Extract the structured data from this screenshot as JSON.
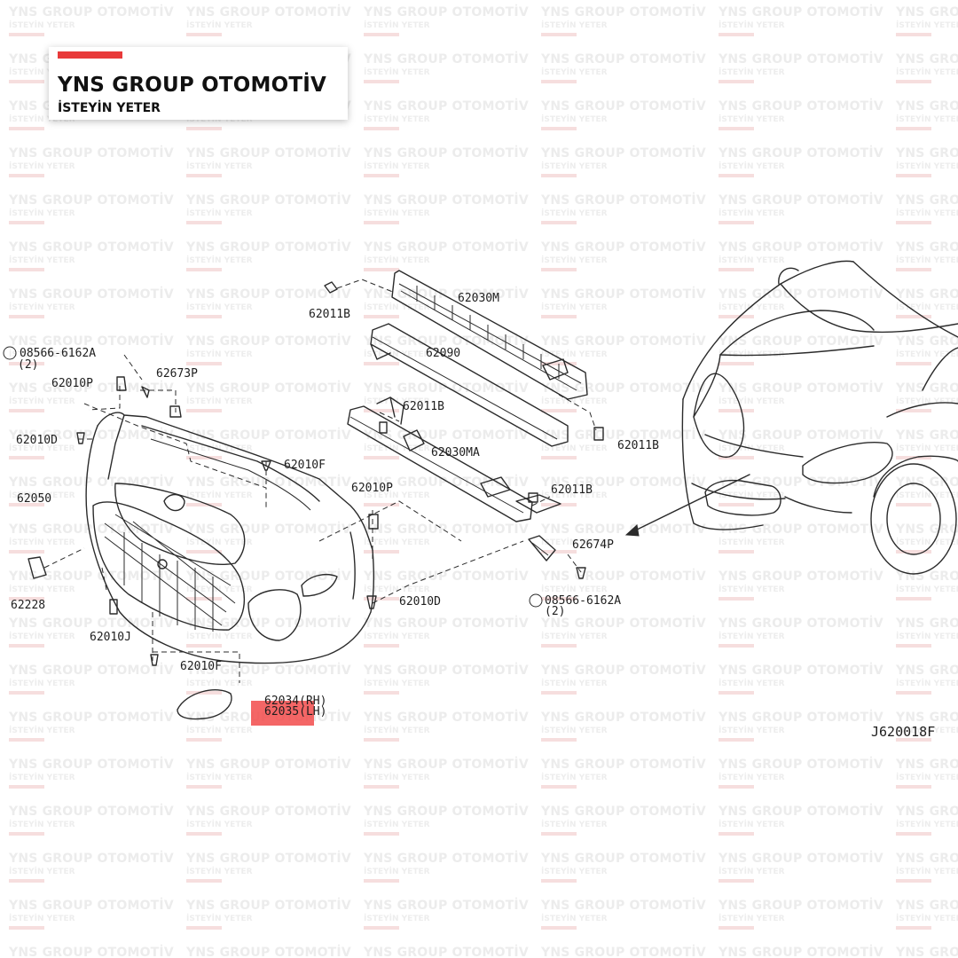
{
  "brand": {
    "title": "YNS GROUP OTOMOTİV",
    "subtitle": "İSTEYİN YETER",
    "accent_color": "#e83a3a"
  },
  "watermark": {
    "title": "YNS GROUP OTOMOTİV",
    "subtitle": "İSTEYİN YETER"
  },
  "diagram": {
    "code": "J620018F",
    "part_labels": {
      "p62011B_top": "62011B",
      "p62030M": "62030M",
      "p08566_left": "08566-6162A",
      "p08566_left_qty": "(2)",
      "p62090": "62090",
      "p62673P": "62673P",
      "p62010P_left": "62010P",
      "p62011B_mid": "62011B",
      "p62010D_left": "62010D",
      "p62011B_right": "62011B",
      "p62010F_upper": "62010F",
      "p62030MA": "62030MA",
      "p62010P_mid": "62010P",
      "p62011B_lower": "62011B",
      "p62050": "62050",
      "p62674P": "62674P",
      "p62228": "62228",
      "p62010D_mid": "62010D",
      "p08566_right": "08566-6162A",
      "p08566_right_qty": "(2)",
      "p62010J": "62010J",
      "p62010F_lower": "62010F",
      "p62034": "62034(RH)",
      "p62035": "62035(LH)"
    },
    "highlight_color": "#f24b4b"
  }
}
